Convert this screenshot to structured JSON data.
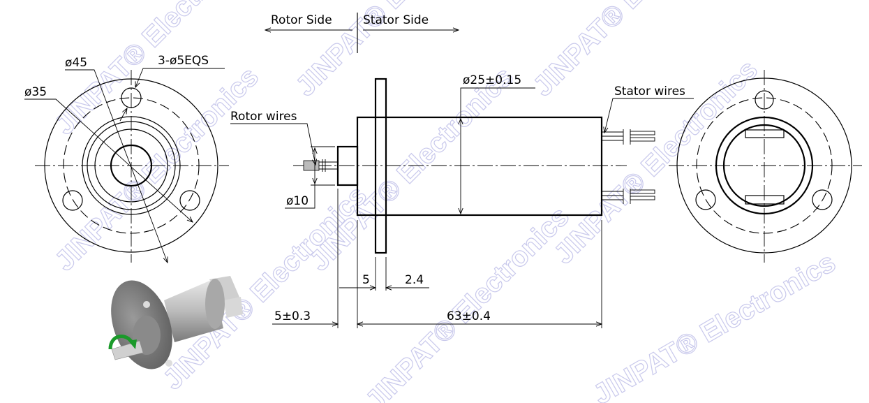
{
  "header": {
    "rotor_side": "Rotor Side",
    "stator_side": "Stator Side"
  },
  "front_view": {
    "dim_outer": "ø45",
    "dim_bolt_circle": "ø35",
    "dim_holes": "3-ø5EQS"
  },
  "side_view": {
    "rotor_wires": "Rotor wires",
    "stator_wires": "Stator wires",
    "dim_body_dia": "ø25±0.15",
    "dim_shaft_dia": "ø10",
    "dim_flange_offset": "5",
    "dim_flange_thickness": "2.4",
    "dim_shaft_length": "5±0.3",
    "dim_body_length": "63±0.4"
  },
  "watermark": "JINPAT® Electronics",
  "colors": {
    "line": "#000000",
    "watermark": "#c9c9ec",
    "rotation_arrow": "#1a9a2a"
  }
}
